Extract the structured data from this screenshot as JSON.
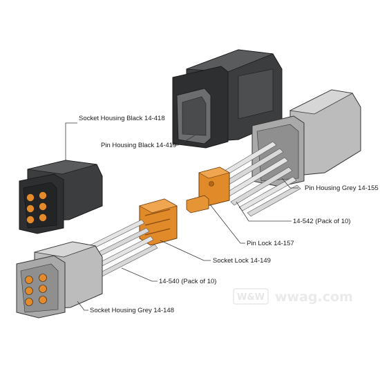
{
  "labels": {
    "socket_housing_black": "Socket Housing Black 14-418",
    "pin_housing_black": "Pin Housing Black 14-419",
    "pin_housing_grey": "Pin Housing Grey 14-155",
    "pins_pack": "14-542 (Pack of 10)",
    "pin_lock": "Pin Lock 14-157",
    "socket_lock": "Socket Lock 14-149",
    "sockets_pack": "14-540 (Pack of 10)",
    "socket_housing_grey": "Socket Housing Grey 14-148"
  },
  "watermark": {
    "logo": "W&W",
    "site": "wwag.com"
  },
  "colors": {
    "black_housing": "#3c3d3f",
    "grey_housing": "#bcbcbc",
    "lock_orange": "#e08a2a",
    "terminal_silver": "#d8d8d8"
  }
}
